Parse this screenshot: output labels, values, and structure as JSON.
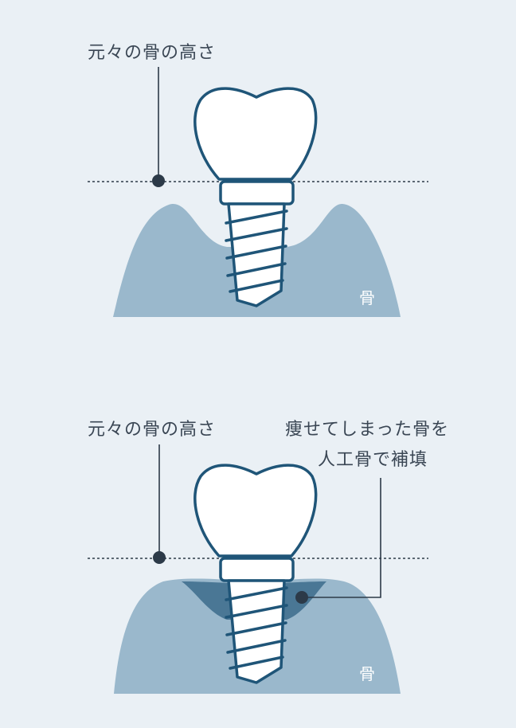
{
  "colors": {
    "background": "#eaf0f5",
    "bone": "#9ab8cc",
    "graft": "#4a7795",
    "outline": "#1f5578",
    "leader": "#2c3a48",
    "text": "#3a4654"
  },
  "top": {
    "height_label": "元々の骨の高さ",
    "bone_label": "骨"
  },
  "bottom": {
    "height_label": "元々の骨の高さ",
    "graft_label_line1": "痩せてしまった骨を",
    "graft_label_line2": "人工骨で補填",
    "bone_label": "骨"
  }
}
